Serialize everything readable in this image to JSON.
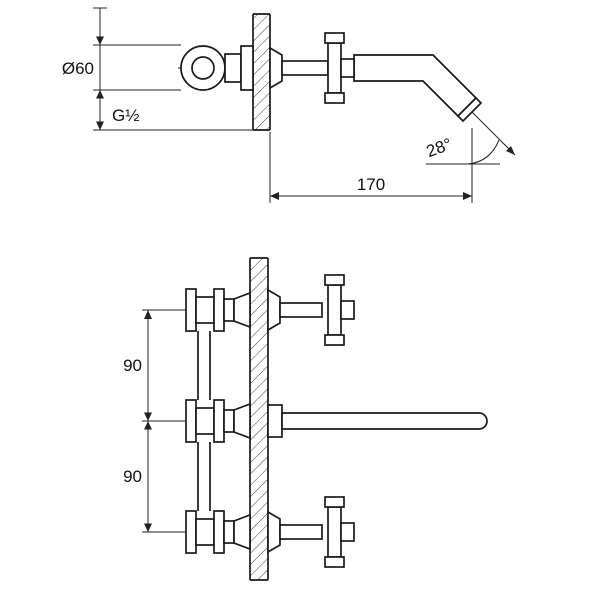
{
  "drawing": {
    "side_view": {
      "dims": {
        "diameter": "Ø60",
        "thread": "G½",
        "projection": "170",
        "angle": "28°"
      }
    },
    "front_view": {
      "dims": {
        "spacing_upper": "90",
        "spacing_lower": "90"
      }
    },
    "colors": {
      "background": "#ffffff",
      "line": "#1a1a1a",
      "dimension": "#222222",
      "text": "#111111"
    }
  }
}
